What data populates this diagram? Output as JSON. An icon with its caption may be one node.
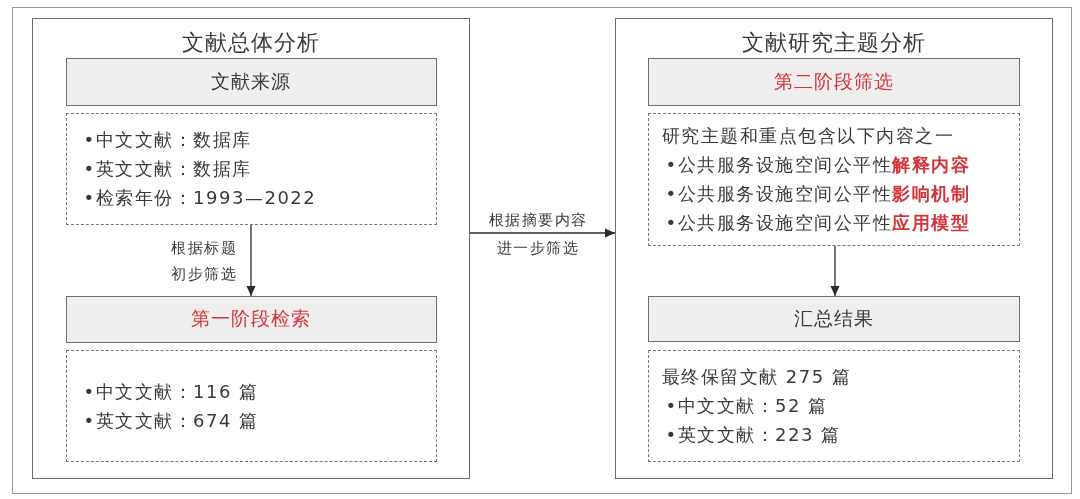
{
  "diagram": {
    "nodes": [
      {
        "text": [
          "文献总体分析"
        ]
      },
      {
        "text": [
          "文献来源"
        ],
        "in": 0
      },
      {
        "text": [
          "•中文文献：数据库",
          "•英文文献：数据库",
          "•检索年份：1993—2022"
        ],
        "in": 0
      },
      {
        "text": [
          "第一阶段检索"
        ],
        "in": 0
      },
      {
        "text": [
          "•中文文献：116 篇",
          "•英文文献：674 篇"
        ],
        "in": 0
      },
      {
        "text": [
          "文献研究主题分析"
        ]
      },
      {
        "text": [
          "第二阶段筛选"
        ],
        "in": 5
      },
      {
        "text": [
          "研究主题和重点包含以下内容之一",
          "•公共服务设施空间公平性**解释内容**",
          "•公共服务设施空间公平性**影响机制**",
          "•公共服务设施空间公平性**应用模型**"
        ],
        "in": 5
      },
      {
        "text": [
          "汇总结果"
        ],
        "in": 5
      },
      {
        "text": [
          "最终保留文献 275 篇",
          "•中文文献：52 篇",
          "•英文文献：223 篇"
        ],
        "in": 5
      }
    ],
    "edges": [
      {
        "from": 2,
        "to": 3,
        "arrow": "to",
        "label": "根据标题初步筛选"
      },
      {
        "from": 0,
        "to": 5,
        "arrow": "to",
        "label": "根据摘要内容进一步筛选"
      },
      {
        "from": 7,
        "to": 8,
        "arrow": "to"
      }
    ]
  }
}
